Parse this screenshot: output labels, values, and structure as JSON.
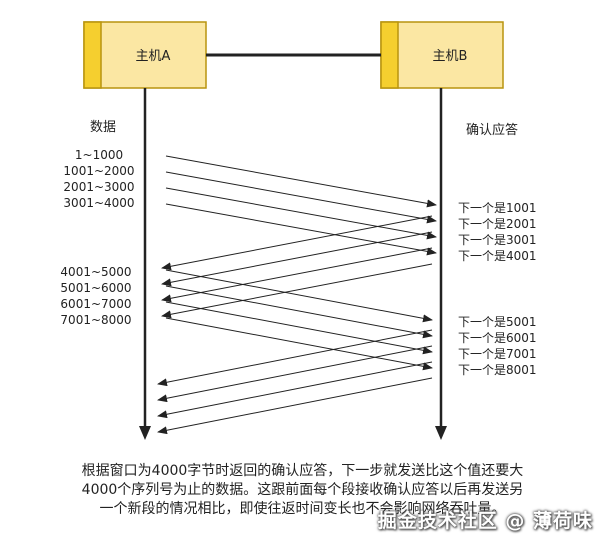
{
  "hosts": {
    "a": {
      "label": "主机A"
    },
    "b": {
      "label": "主机B"
    }
  },
  "column_labels": {
    "left": "数据",
    "right": "确认应答"
  },
  "segments": [
    "1~1000",
    "1001~2000",
    "2001~3000",
    "3001~4000",
    "4001~5000",
    "5001~6000",
    "6001~7000",
    "7001~8000"
  ],
  "acks": [
    "下一个是1001",
    "下一个是2001",
    "下一个是3001",
    "下一个是4001",
    "下一个是5001",
    "下一个是6001",
    "下一个是7001",
    "下一个是8001"
  ],
  "caption": {
    "line1": "根据窗口为4000字节时返回的确认应答，下一步就发送比这个值还要大",
    "line2": "4000个序列号为止的数据。这跟前面每个段接收确认应答以后再发送另",
    "line3": "一个新段的情况相比，即使往返时间变长也不会影响网络吞吐量。"
  },
  "watermark": "掘金技术社区 @ 薄荷味",
  "colors": {
    "host_fill": "#fbe7a3",
    "host_side": "#f5cf2f",
    "host_border": "#b8940f",
    "line": "#222222",
    "text": "#222222"
  }
}
